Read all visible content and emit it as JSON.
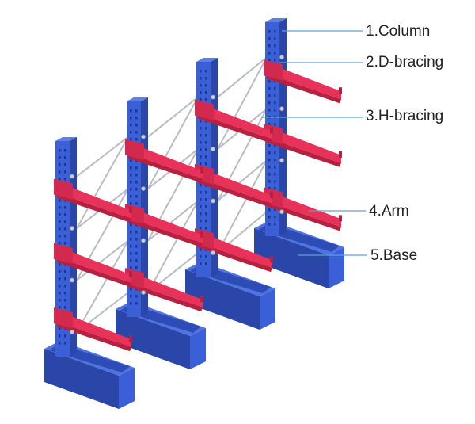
{
  "diagram": {
    "labels": [
      {
        "id": "column",
        "text": "1.Column"
      },
      {
        "id": "d-bracing",
        "text": "2.D-bracing"
      },
      {
        "id": "h-bracing",
        "text": "3.H-bracing"
      },
      {
        "id": "arm",
        "text": "4.Arm"
      },
      {
        "id": "base",
        "text": "5.Base"
      }
    ]
  },
  "colors": {
    "column_front": "#3a5fd6",
    "column_side": "#2a46a8",
    "column_top": "#5d7fe6",
    "arm_front": "#e8325a",
    "arm_side": "#b8203f",
    "bracing": "#b9bcc3",
    "leader_line": "#5aa3d8",
    "label_text": "#222222"
  }
}
